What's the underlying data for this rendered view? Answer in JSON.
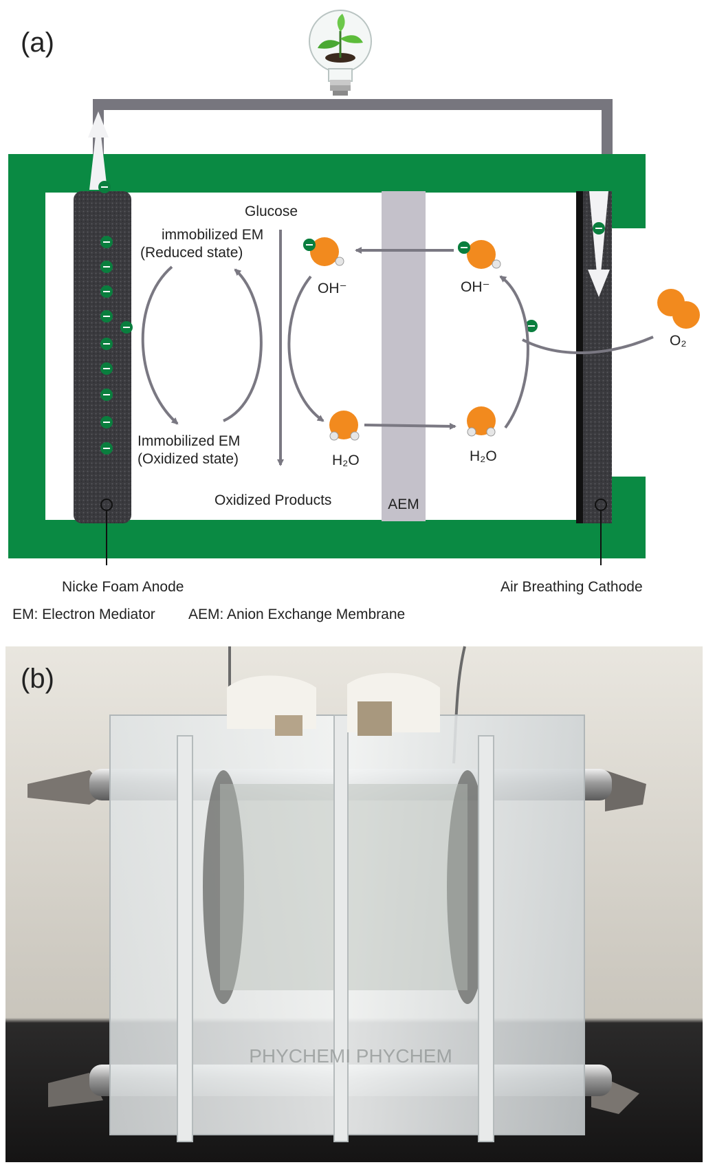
{
  "panel_a": {
    "letter": "(a)",
    "labels": {
      "glucose": "Glucose",
      "em_reduced_1": "immobilized EM",
      "em_reduced_2": "(Reduced state)",
      "em_oxidized_1": "Immobilized EM",
      "em_oxidized_2": "(Oxidized state)",
      "oxidized_products": "Oxidized Products",
      "aem": "AEM",
      "oh_left": "OH⁻",
      "oh_right": "OH⁻",
      "h2o_left": "H₂O",
      "h2o_right": "H₂O",
      "o2": "O₂",
      "anode": "Nicke Foam Anode",
      "cathode": "Air Breathing Cathode",
      "legend_em": "EM: Electron Mediator",
      "legend_aem": "AEM: Anion Exchange Membrane"
    },
    "electron_symbol": "−"
  },
  "panel_b": {
    "letter": "(b)",
    "engraving": "PHYCHEMI   PHYCHEM"
  },
  "colors": {
    "frame_green": "#0a8a43",
    "wire_grey": "#77767e",
    "membrane_grey": "#c4c1ca",
    "arrow_grey": "#7a7882",
    "electron_green": "#0a7e3e",
    "oxygen_orange": "#f28a1e",
    "foam_dark": "#3a3a3e"
  },
  "icons": [
    "light-bulb-with-plant-icon",
    "electron-icon",
    "hydroxide-molecule-icon",
    "water-molecule-icon",
    "oxygen-molecule-icon"
  ]
}
